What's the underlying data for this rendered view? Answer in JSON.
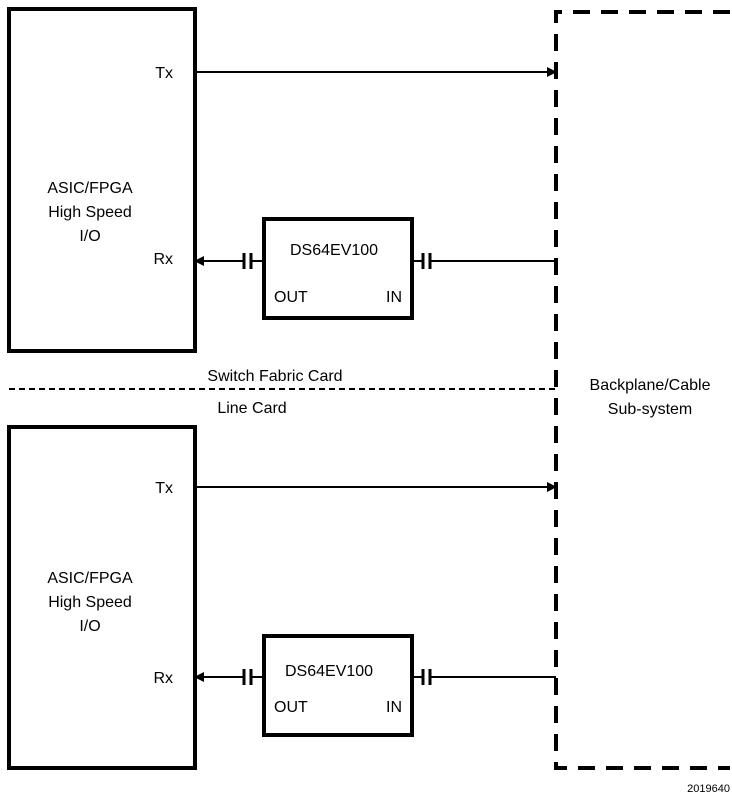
{
  "top_card": {
    "asic_label_lines": [
      "ASIC/FPGA",
      "High Speed",
      "I/O"
    ],
    "tx_label": "Tx",
    "rx_label": "Rx",
    "chip": {
      "name": "DS64EV100",
      "out_label": "OUT",
      "in_label": "IN"
    }
  },
  "bottom_card": {
    "asic_label_lines": [
      "ASIC/FPGA",
      "High Speed",
      "I/O"
    ],
    "tx_label": "Tx",
    "rx_label": "Rx",
    "chip": {
      "name": "DS64EV100",
      "out_label": "OUT",
      "in_label": "IN"
    }
  },
  "divider": {
    "upper_label": "Switch Fabric Card",
    "lower_label": "Line Card"
  },
  "backplane": {
    "label_lines": [
      "Backplane/Cable",
      "Sub-system"
    ]
  },
  "figure_id": "2019640"
}
